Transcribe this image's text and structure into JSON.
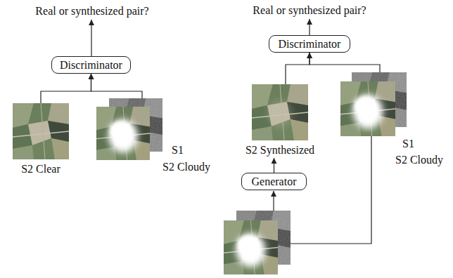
{
  "diagram": {
    "nodes": [
      {
        "text": [
          "Discriminator"
        ]
      },
      {
        "text": [
          "S2 Clear"
        ]
      },
      {
        "text": [
          "S1",
          "S2 Cloudy"
        ]
      },
      {
        "text": [
          "Discriminator"
        ]
      },
      {
        "text": [
          "Generator"
        ]
      },
      {
        "text": [
          "S2 Synthesized"
        ]
      },
      {
        "text": [
          "S1",
          "S2 Cloudy"
        ]
      }
    ],
    "edges": [
      {
        "from": 1,
        "to": 0,
        "arrow": "to"
      },
      {
        "from": 2,
        "to": 0,
        "arrow": "to"
      },
      {
        "from": 5,
        "to": 3,
        "arrow": "to"
      },
      {
        "from": 6,
        "to": 3,
        "arrow": "to"
      },
      {
        "from": 4,
        "to": 5,
        "arrow": "to"
      }
    ],
    "labels": [
      "Real or synthesized pair?",
      "Real or synthesized pair?"
    ]
  }
}
